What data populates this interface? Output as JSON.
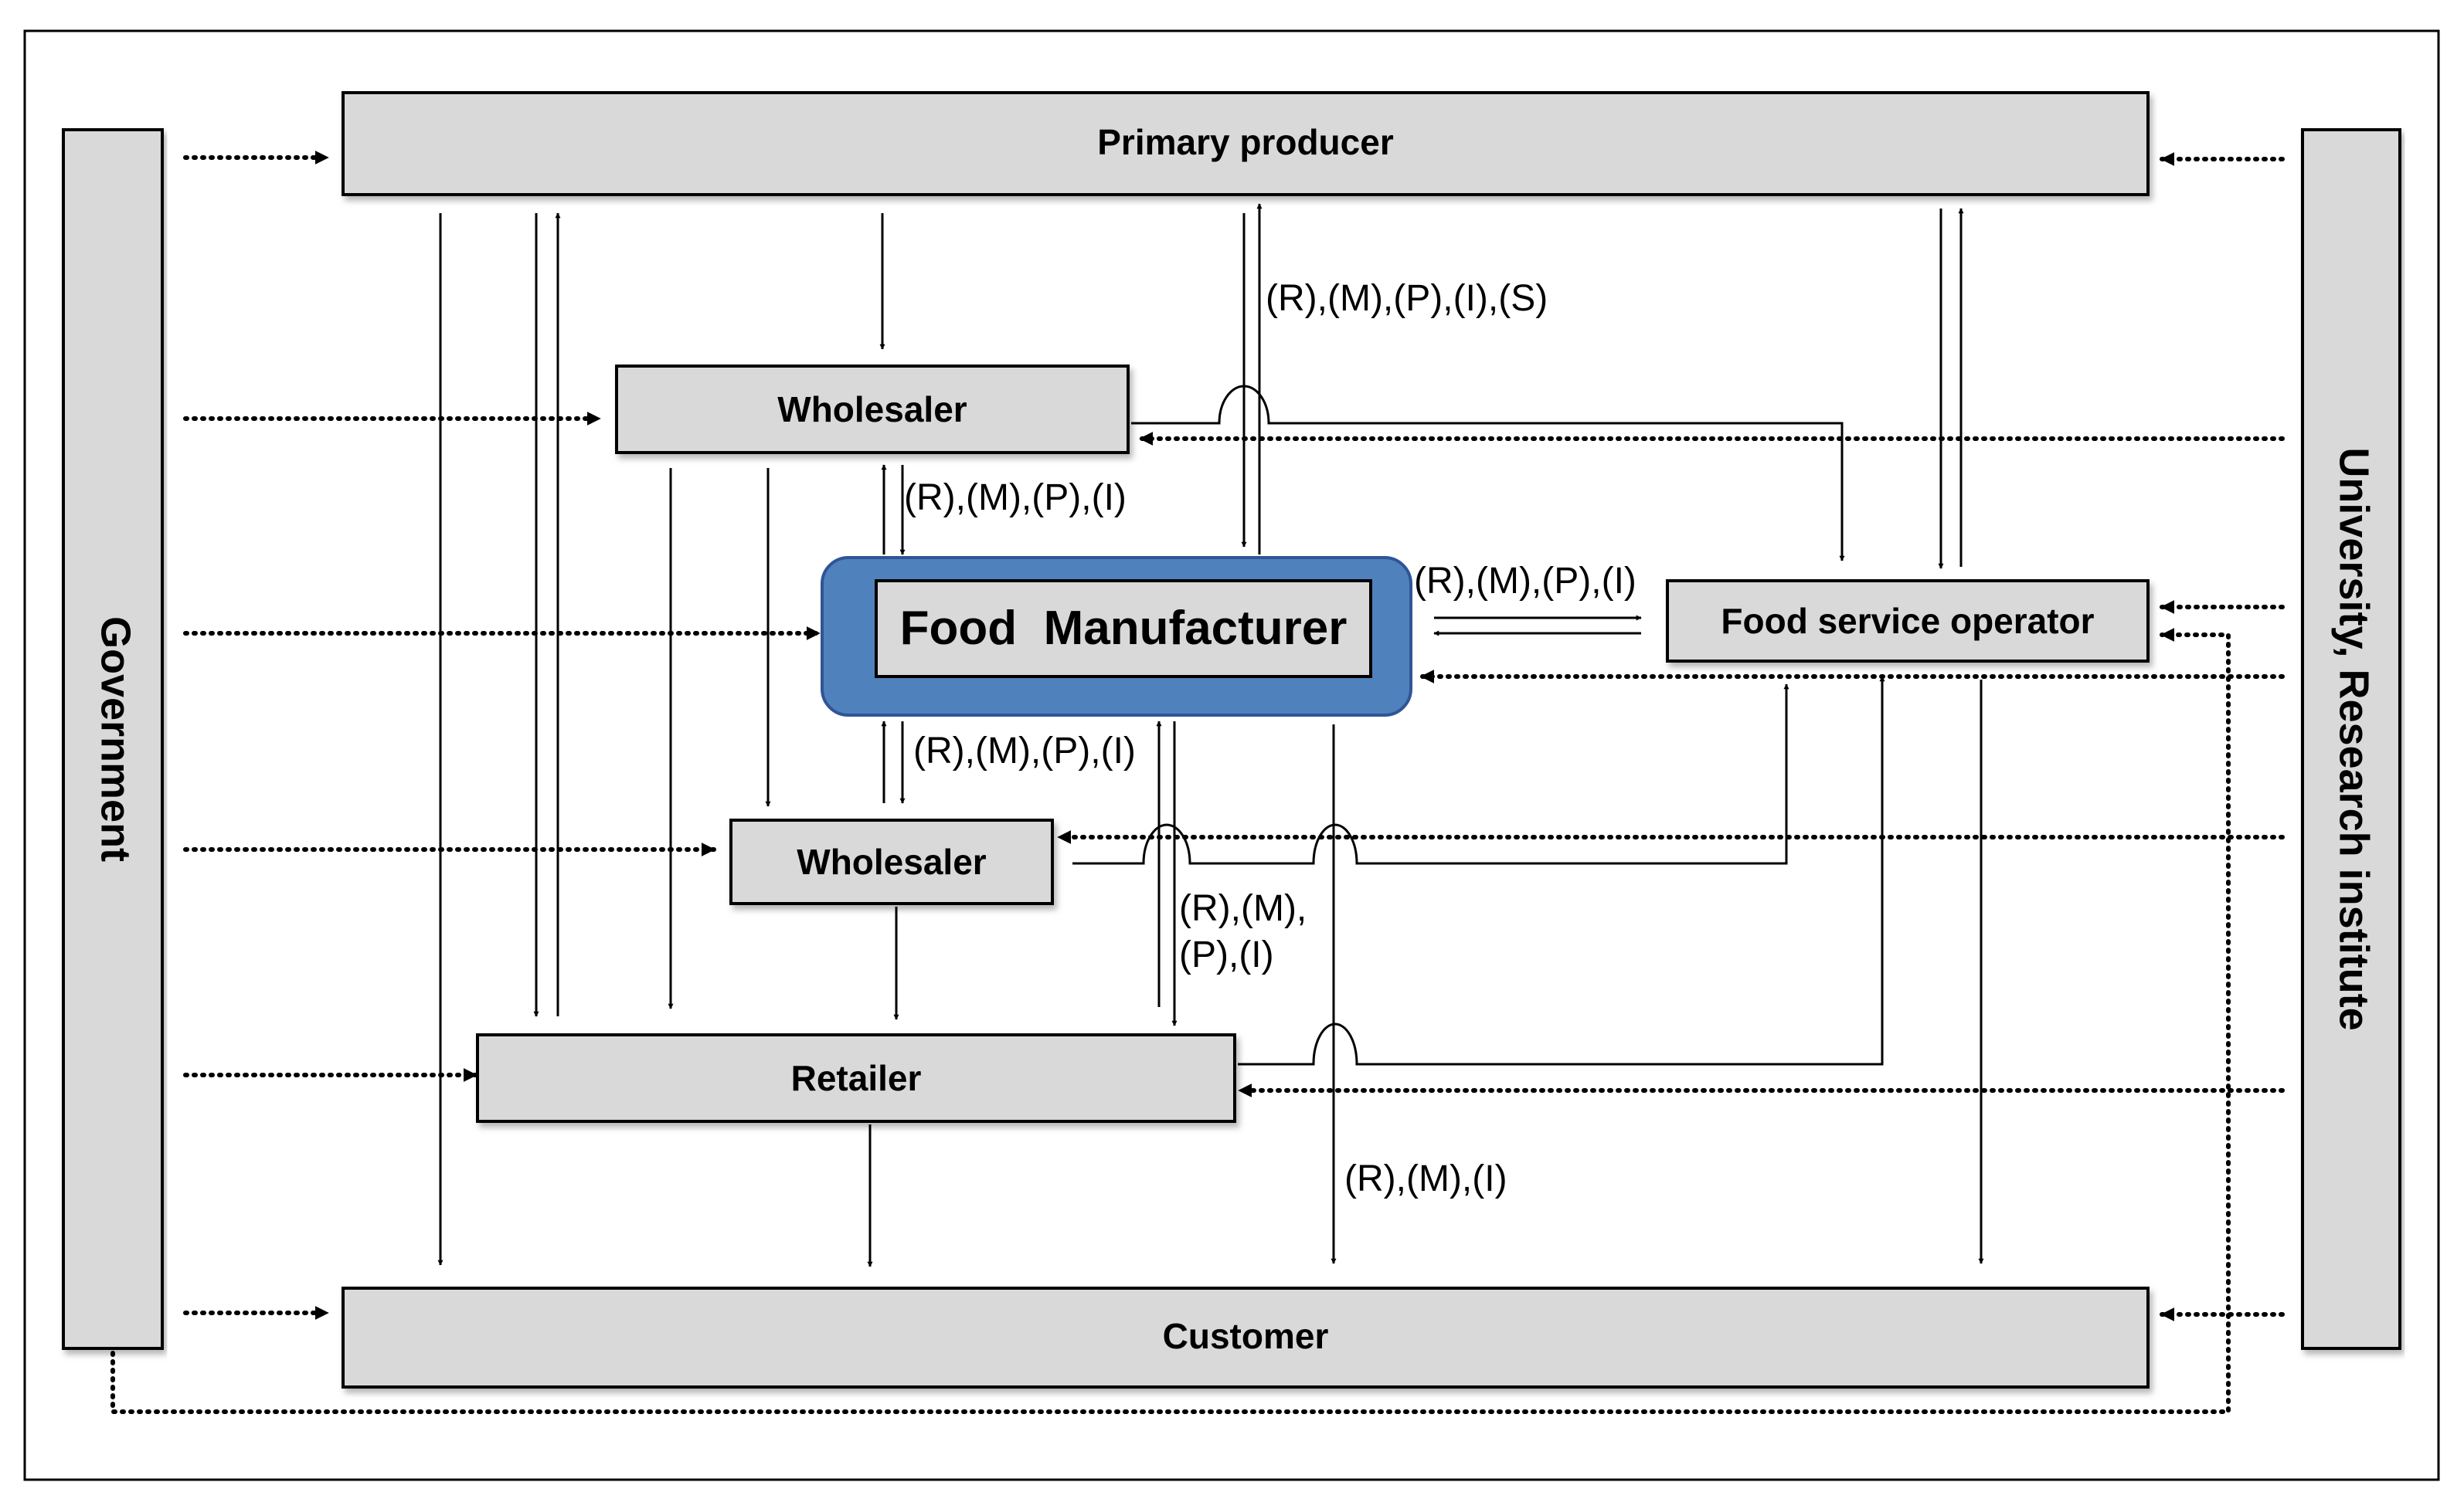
{
  "entities": {
    "primary_producer": "Primary producer",
    "wholesaler_top": "Wholesaler",
    "food_manufacturer": "Food  Manufacturer",
    "food_service_operator": "Food service operator",
    "wholesaler_middle": "Wholesaler",
    "retailer": "Retailer",
    "customer": "Customer",
    "government": "Government",
    "university": "University, Research institute"
  },
  "relation_labels": {
    "producer_manufacturer": "(R),(M),(P),(I),(S)",
    "wholesaler_top_manufacturer": "(R),(M),(P),(I)",
    "manufacturer_food_service": "(R),(M),(P),(I)",
    "manufacturer_wholesaler_middle": "(R),(M),(P),(I)",
    "manufacturer_retailer_line1": "(R),(M),",
    "manufacturer_retailer_line2": "(P),(I)",
    "manufacturer_customer": "(R),(M),(I)"
  },
  "colors": {
    "box_fill": "#d9d9d9",
    "manufacturer_frame": "#4f81bd",
    "manufacturer_frame_border": "#2f5597"
  }
}
